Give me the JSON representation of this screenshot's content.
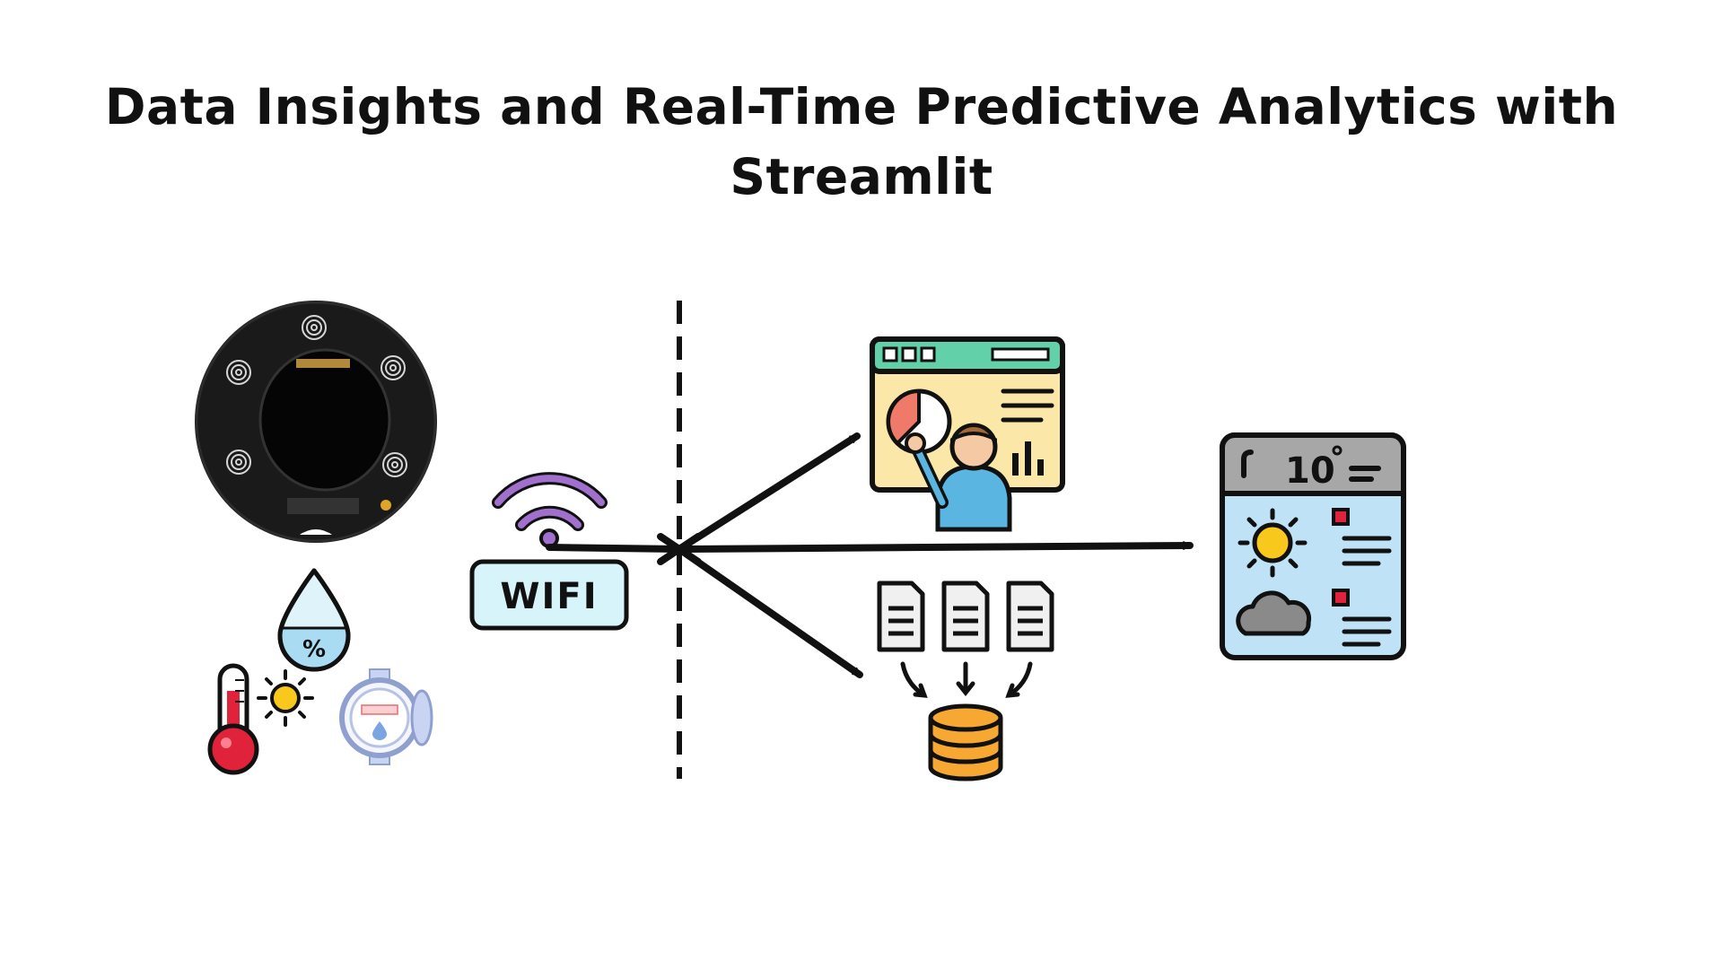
{
  "title": {
    "line1": "Data Insights and Real-Time Predictive Analytics with",
    "line2": "Streamlit"
  },
  "wifi": {
    "label": "WIFI"
  },
  "forecast": {
    "temperature": "10"
  },
  "colors": {
    "wifi_arc": "#a070cc",
    "wifi_box": "#d8f4fb",
    "dashboard_header": "#62d0a8",
    "dashboard_panel": "#fbe7a8",
    "person_shirt": "#5ab6e0",
    "person_hair": "#a3683a",
    "pie_red": "#f07a6a",
    "database": "#f7a832",
    "weather_screen": "#bfe2f6",
    "weather_header": "#a7a7a7",
    "sun": "#f8c81c",
    "thermometer_red": "#e0233a",
    "water_drop": "#a9dbf3",
    "device_body": "#1a1a1a"
  },
  "icons": [
    "sensor-board-icon",
    "water-drop-humidity-icon",
    "thermometer-icon",
    "sun-icon",
    "water-meter-icon",
    "wifi-icon",
    "dashboard-analytics-icon",
    "documents-icon",
    "database-icon",
    "weather-forecast-icon"
  ]
}
